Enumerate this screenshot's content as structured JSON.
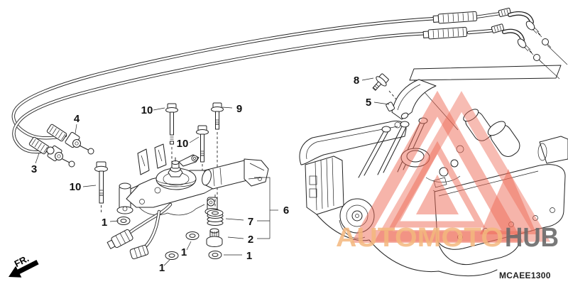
{
  "diagram": {
    "code": "MCAEE1300",
    "front_label": "FR.",
    "callouts": [
      {
        "ref": "3"
      },
      {
        "ref": "4"
      },
      {
        "ref": "10"
      },
      {
        "ref": "9"
      },
      {
        "ref": "10"
      },
      {
        "ref": "10"
      },
      {
        "ref": "1"
      },
      {
        "ref": "1"
      },
      {
        "ref": "1"
      },
      {
        "ref": "1"
      },
      {
        "ref": "7"
      },
      {
        "ref": "2"
      },
      {
        "ref": "6"
      },
      {
        "ref": "8"
      },
      {
        "ref": "5"
      }
    ],
    "watermark": {
      "brand_part1": "AUTOMOTO",
      "brand_part2": "HUB",
      "logo_color": "#ed6a56",
      "brand_part1_color": "#f4b87e",
      "brand_part2_color": "#6b6b6b"
    }
  }
}
